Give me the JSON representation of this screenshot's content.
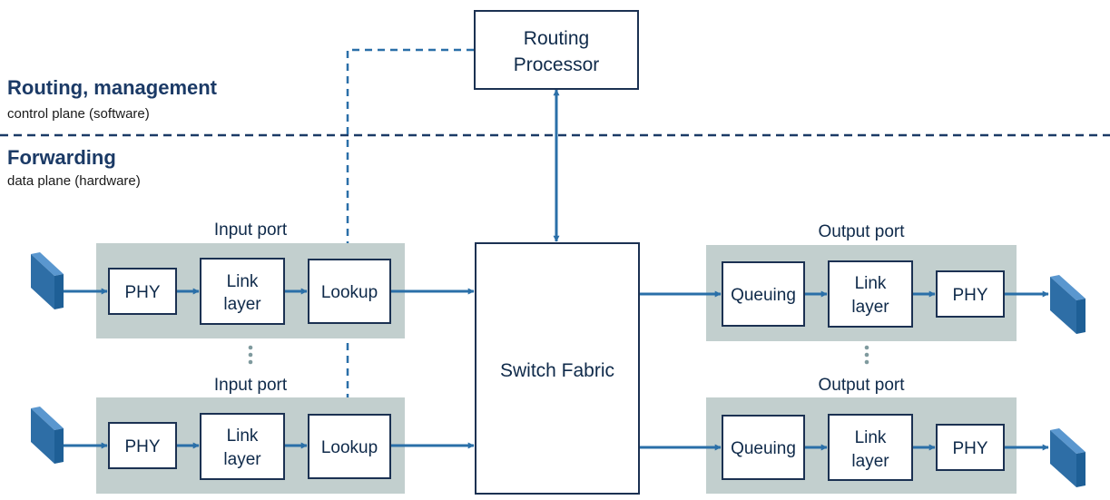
{
  "colors": {
    "arrow": "#2a6fa8",
    "box_border": "#1b3152",
    "port_bg": "#c2cfce",
    "plane_title": "#1b3a66",
    "dots": "#7f9a9e",
    "link_icon": "#2e6ea6"
  },
  "planes": {
    "control_title": "Routing, management",
    "control_sub": "control plane (software)",
    "data_title": "Forwarding",
    "data_sub": "data plane (hardware)"
  },
  "routing_processor": {
    "line1": "Routing",
    "line2": "Processor"
  },
  "switch_fabric": "Switch Fabric",
  "input_port_title": "Input port",
  "output_port_title": "Output port",
  "blocks": {
    "phy": "PHY",
    "link_line1": "Link",
    "link_line2": "layer",
    "lookup": "Lookup",
    "queuing": "Queuing"
  },
  "icons": {
    "link": "network-link-icon",
    "dots": "vertical-ellipsis-icon"
  }
}
